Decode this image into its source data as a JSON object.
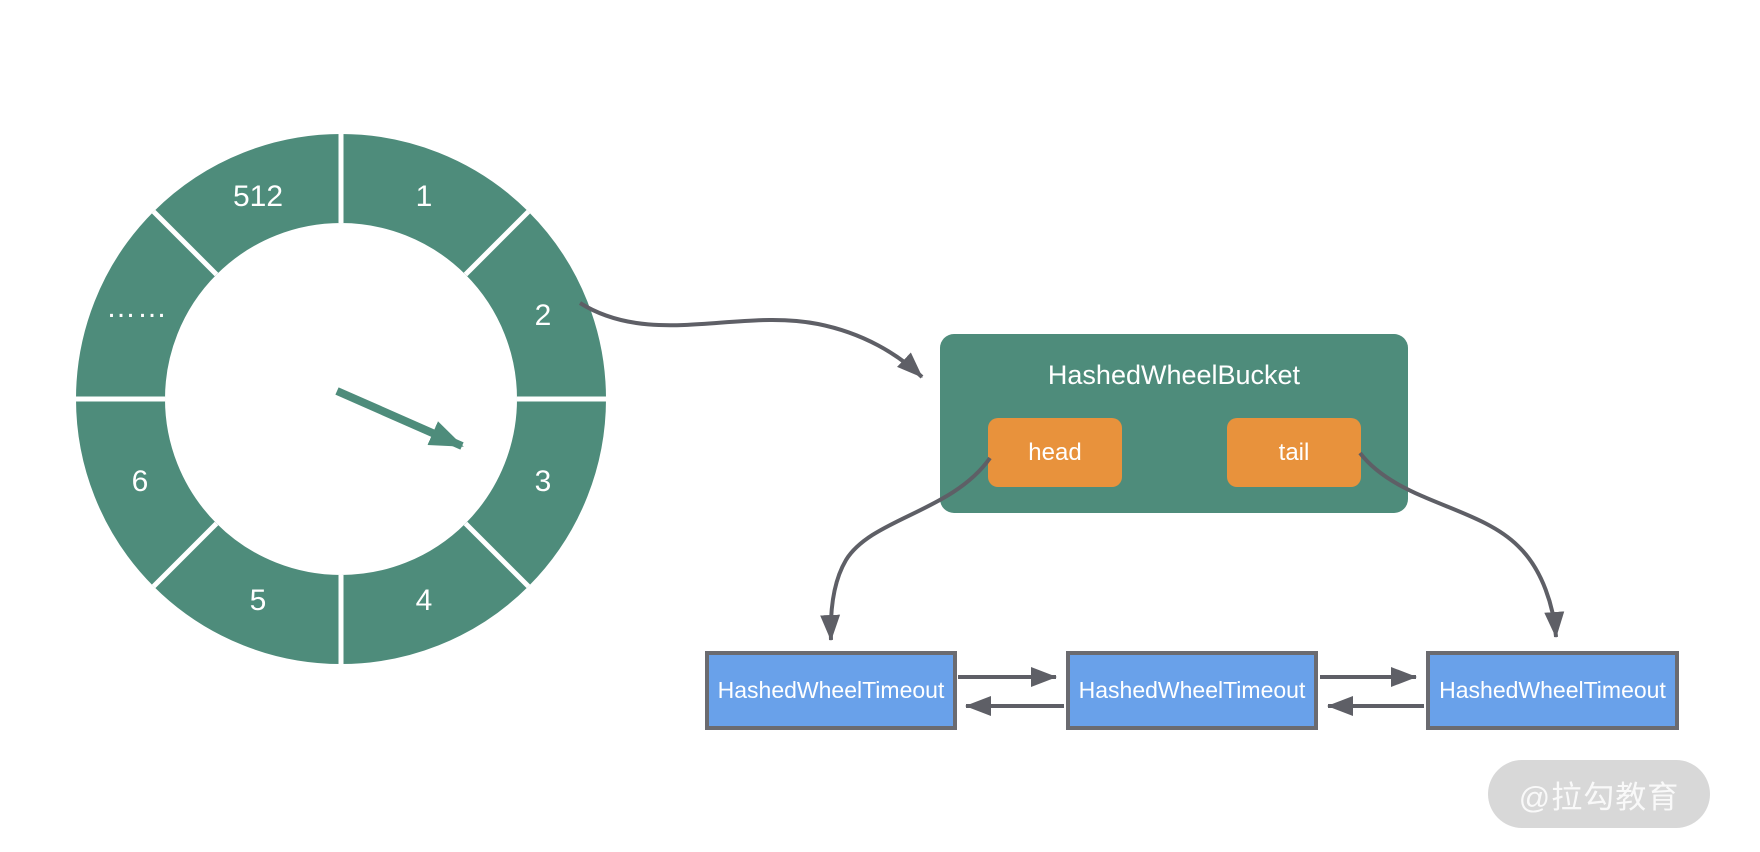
{
  "wheel": {
    "labels": [
      "1",
      "2",
      "3",
      "4",
      "5",
      "6",
      "……",
      "512"
    ],
    "color": "#4E8C7B"
  },
  "bucket": {
    "title": "HashedWheelBucket",
    "head_label": "head",
    "tail_label": "tail"
  },
  "timeouts": [
    {
      "label": "HashedWheelTimeout"
    },
    {
      "label": "HashedWheelTimeout"
    },
    {
      "label": "HashedWheelTimeout"
    }
  ],
  "watermark": {
    "text": "@拉勾教育"
  },
  "colors": {
    "wheel_green": "#4E8C7B",
    "bucket_green": "#4E8C7B",
    "node_orange": "#E8923C",
    "timeout_blue": "#69A1EA",
    "timeout_border": "#6B6B70",
    "connector_gray": "#5E5F66",
    "watermark_bg": "#D8D8D8"
  }
}
